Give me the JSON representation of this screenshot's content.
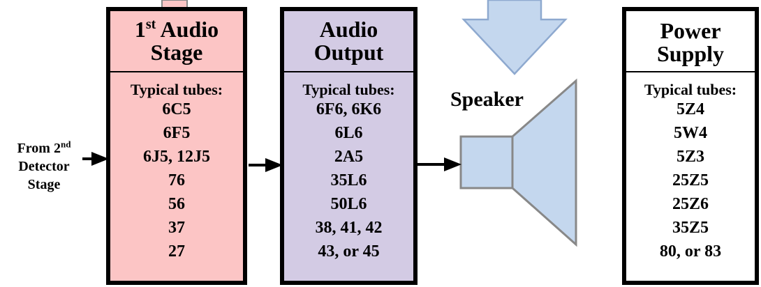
{
  "stages": [
    {
      "title_lines": [
        "Audio",
        "Stage"
      ],
      "title_prefix": "1",
      "title_sup": "st",
      "typical_label": "Typical tubes:",
      "tubes": [
        "6C5",
        "6F5",
        "6J5, 12J5",
        "76",
        "56",
        "37",
        "27"
      ]
    },
    {
      "title_lines": [
        "Audio",
        "Output"
      ],
      "typical_label": "Typical tubes:",
      "tubes": [
        "6F6, 6K6",
        "6L6",
        "2A5",
        "35L6",
        "50L6",
        "38, 41, 42",
        "43, or 45"
      ]
    },
    {
      "title_lines": [
        "Power",
        "Supply"
      ],
      "typical_label": "Typical tubes:",
      "tubes": [
        "5Z4",
        "5W4",
        "5Z3",
        "25Z5",
        "25Z6",
        "35Z5",
        "80, or 83"
      ]
    }
  ],
  "input_label": {
    "line1": "From 2",
    "line1_sup": "nd",
    "line2": "Detector",
    "line3": "Stage"
  },
  "speaker_label": "Speaker",
  "colors": {
    "audio_stage_fill": "#fcc5c5",
    "audio_output_fill": "#d3cbe4",
    "power_supply_fill": "#ffffff",
    "speaker_fill": "#c4d7ee",
    "speaker_stroke": "#888888",
    "arrow_fill": "#c4d7ee",
    "arrow_stroke": "#8ea9cf"
  }
}
